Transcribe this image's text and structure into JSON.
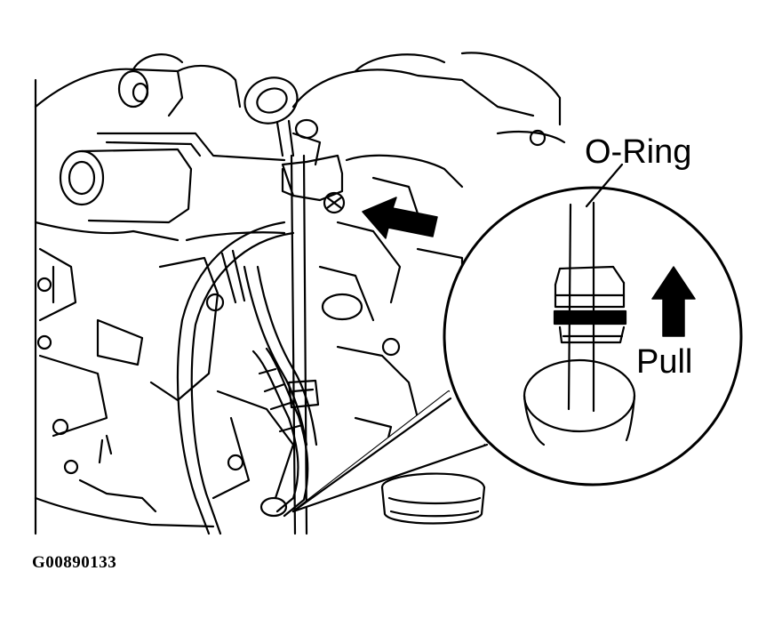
{
  "labels": {
    "o_ring": "O-Ring",
    "pull": "Pull"
  },
  "figure_id": "G00890133",
  "colors": {
    "line": "#000000",
    "background": "#ffffff"
  },
  "icons": [
    "arrow-to-bolt-icon",
    "pull-up-arrow-icon"
  ]
}
